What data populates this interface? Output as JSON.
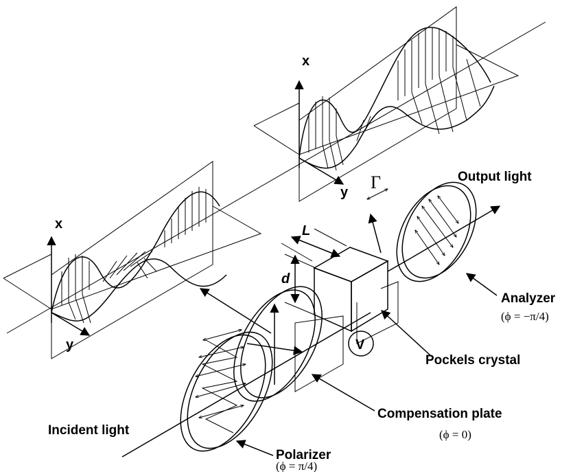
{
  "labels": {
    "output_light": "Output light",
    "incident_light": "Incident light",
    "analyzer": "Analyzer",
    "analyzer_phi": "(ϕ = −π/4)",
    "pockels_crystal": "Pockels crystal",
    "compensation_plate": "Compensation plate",
    "compensation_phi": "(ϕ = 0)",
    "polarizer": "Polarizer",
    "polarizer_phi": "(ϕ = π/4)",
    "axis_x_left": "x",
    "axis_y_left": "y",
    "axis_x_right": "x",
    "axis_y_right": "y",
    "gamma": "Γ",
    "length_L": "L",
    "thickness_d": "d",
    "voltage": "V"
  }
}
